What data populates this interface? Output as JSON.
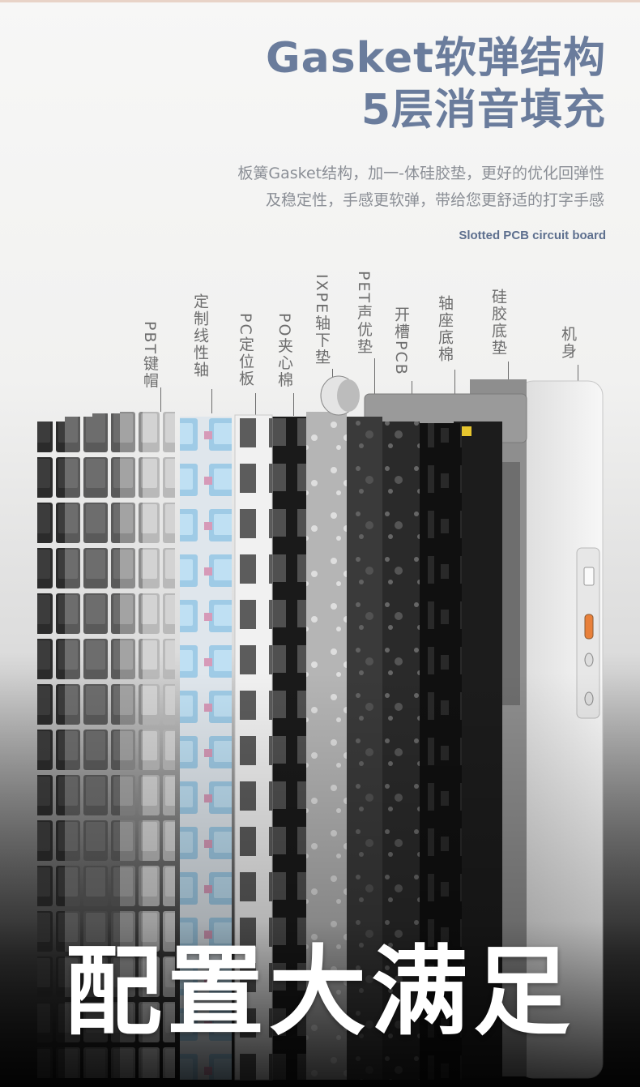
{
  "headline": {
    "line1": "Gasket软弹结构",
    "line2": "5层消音填充"
  },
  "description": {
    "line1": "板簧Gasket结构，加一-体硅胶垫，更好的优化回弹性",
    "line2": "及稳定性，手感更软弹，带给您更舒适的打字手感"
  },
  "slotted_label": "Slotted PCB circuit board",
  "layers": [
    {
      "label": "PBT键帽"
    },
    {
      "label": "定制线性轴"
    },
    {
      "label": "PC定位板"
    },
    {
      "label": "PO夹心棉"
    },
    {
      "label": "IXPE轴下垫"
    },
    {
      "label": "PET声优垫"
    },
    {
      "label": "开槽PCB"
    },
    {
      "label": "轴座底棉"
    },
    {
      "label": "硅胶底垫"
    },
    {
      "label": "机身"
    }
  ],
  "footer": "配置大满足",
  "colors": {
    "headline": "#6a7c9c",
    "switch": "#9fcbe6",
    "port_accent": "#e8803a"
  }
}
